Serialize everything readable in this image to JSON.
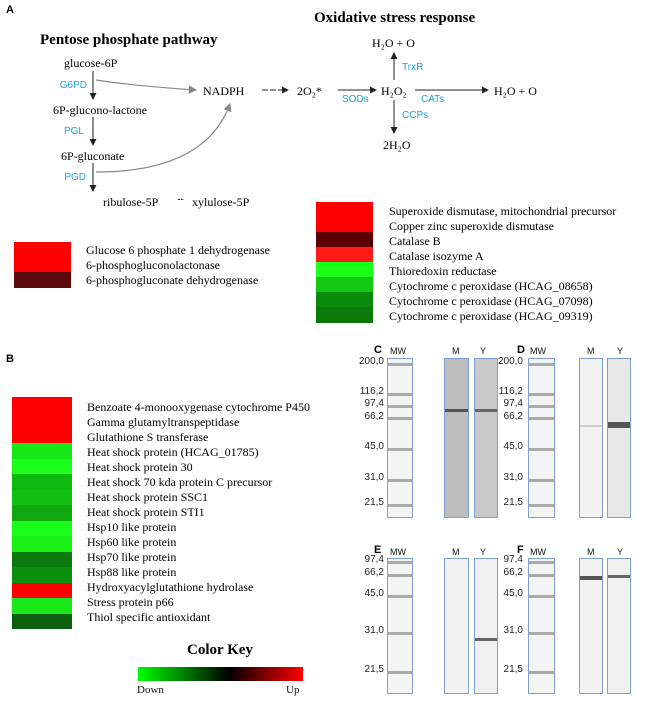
{
  "panels": {
    "A": "A",
    "B": "B",
    "C": "C",
    "D": "D",
    "E": "E",
    "F": "F"
  },
  "pathway": {
    "ppp_title": "Pentose phosphate pathway",
    "osr_title": "Oxidative stress response",
    "glucose6p": "glucose-6P",
    "g6pd": "G6PD",
    "gluconolactone": "6P-glucono-lactone",
    "pgl": "PGL",
    "gluconate": "6P-gluconate",
    "pgd": "PGD",
    "ribulose": "ribulose-5P",
    "xylulose": "xylulose-5P",
    "nadph": "NADPH",
    "superoxide": "2O₂*",
    "sods": "SODs",
    "h2o2": "H₂O₂",
    "h2o_o_top": "H₂O + O",
    "trxr": "TrxR",
    "cats": "CATs",
    "h2o_o_right": "H₂O + O",
    "ccps": "CCPs",
    "water": "2H₂O"
  },
  "heatmaps": {
    "ppp": [
      {
        "label": "Glucose 6 phosphate 1 dehydrogenase",
        "color": "#ff0000"
      },
      {
        "label": "6-phosphogluconolactonase",
        "color": "#ff0000"
      },
      {
        "label": "6-phosphogluconate dehydrogenase",
        "color": "#5a0a0a"
      }
    ],
    "osr": [
      {
        "label": "Superoxide dismutase, mitochondrial precursor",
        "color": "#ff0000"
      },
      {
        "label": "Copper zinc superoxide dismutase",
        "color": "#ff0000"
      },
      {
        "label": "Catalase B",
        "color": "#5a0000"
      },
      {
        "label": "Catalase isozyme A",
        "color": "#ff1a1a"
      },
      {
        "label": "Thioredoxin reductase",
        "color": "#1aff1a"
      },
      {
        "label": "Cytochrome c peroxidase (HCAG_08658)",
        "color": "#12c812"
      },
      {
        "label": "Cytochrome c peroxidase (HCAG_07098)",
        "color": "#0a8a0a"
      },
      {
        "label": "Cytochrome c peroxidase (HCAG_09319)",
        "color": "#0a7a0a"
      }
    ],
    "stress": [
      {
        "label": "Benzoate 4-monooxygenase cytochrome P450",
        "color": "#ff0000"
      },
      {
        "label": "Gamma glutamyltranspeptidase",
        "color": "#ff0000"
      },
      {
        "label": "Glutathione S transferase",
        "color": "#ff0000"
      },
      {
        "label": "Heat shock protein (HCAG_01785)",
        "color": "#17e617"
      },
      {
        "label": "Heat shock protein 30",
        "color": "#1aff1a"
      },
      {
        "label": "Heat shock 70 kda protein C precursor",
        "color": "#0fb80f"
      },
      {
        "label": "Heat shock protein SSC1",
        "color": "#10c010"
      },
      {
        "label": "Heat shock protein STI1",
        "color": "#0fa80f"
      },
      {
        "label": "Hsp10 like protein",
        "color": "#1aff1a"
      },
      {
        "label": "Hsp60 like protein",
        "color": "#18f018"
      },
      {
        "label": "Hsp70 like protein",
        "color": "#0b7a0b"
      },
      {
        "label": "Hsp88 like protein",
        "color": "#0a8f0a"
      },
      {
        "label": "Hydroxyacylglutathione hydrolase",
        "color": "#ff0000"
      },
      {
        "label": "Stress protein p66",
        "color": "#18e818"
      },
      {
        "label": "Thiol specific antioxidant",
        "color": "#0b5e0b"
      }
    ]
  },
  "color_key": {
    "title": "Color Key",
    "down": "Down",
    "up": "Up",
    "low_color": "#00ff00",
    "mid_color": "#000000",
    "high_color": "#ff0000"
  },
  "gels": {
    "lane_headers": [
      "MW",
      "M",
      "Y"
    ],
    "C": {
      "markers": [
        "200,0",
        "116,2",
        "97,4",
        "66,2",
        "45,0",
        "31,0",
        "21,5"
      ]
    },
    "D": {
      "markers": [
        "200,0",
        "116,2",
        "97,4",
        "66,2",
        "45,0",
        "31,0",
        "21,5"
      ]
    },
    "E": {
      "markers": [
        "97,4",
        "66,2",
        "45,0",
        "31,0",
        "21,5"
      ]
    },
    "F": {
      "markers": [
        "97,4",
        "66,2",
        "45,0",
        "31,0",
        "21,5"
      ]
    }
  }
}
